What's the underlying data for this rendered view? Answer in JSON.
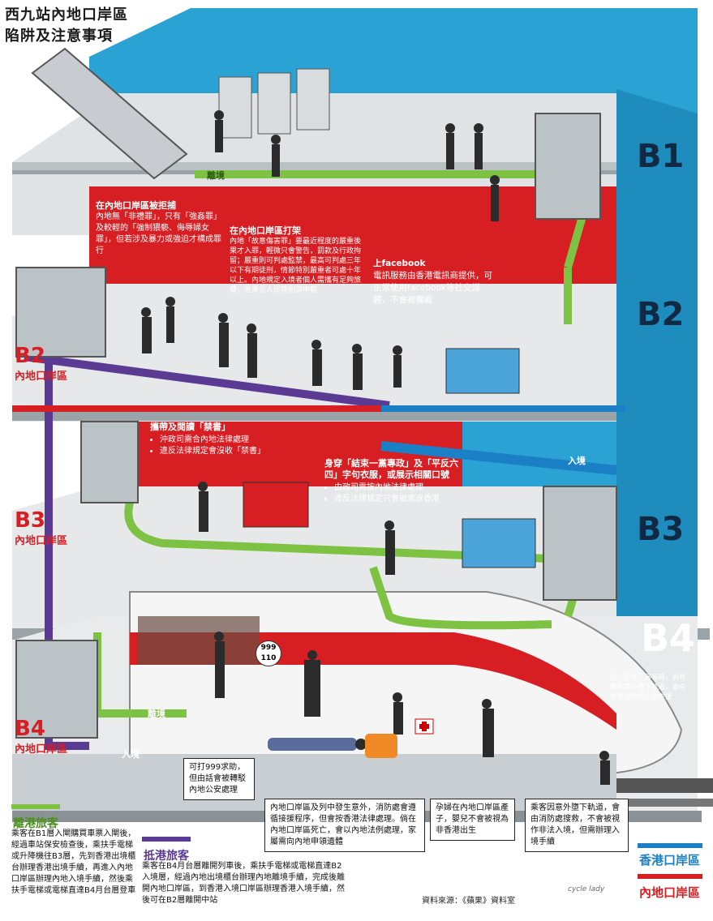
{
  "title": {
    "line1": "西九站內地口岸區",
    "line2": "陷阱及注意事項"
  },
  "floors": {
    "b1": "B1",
    "b2": "B2",
    "b3": "B3",
    "b4": "B4"
  },
  "level_tags": [
    {
      "level": "B2",
      "label": "內地口岸區"
    },
    {
      "level": "B3",
      "label": "內地口岸區"
    },
    {
      "level": "B4",
      "label": "內地口岸區"
    }
  ],
  "arrows": {
    "depart_b1": "離境",
    "enter_b2": "入境",
    "depart_b4": "離境",
    "enter_b4": "入境"
  },
  "zone_markers": {
    "hk_zone": "香港口岸區",
    "mainland_zone": "內地口岸區"
  },
  "notes": {
    "no_protest": {
      "title": "在內地口岸區被拒捕",
      "text": "內地無「非禮罪」，只有「強姦罪」及較輕的「強制猥褻、侮辱婦女罪」，但若涉及暴力或強迫才構成罪行"
    },
    "fight": {
      "title": "在內地口岸區打架",
      "text": "內地「故意傷害罪」要最近程度的嚴重後果才入罪，輕微只會警告，罰款及行政拘留；嚴重則可判處監禁，最高可判處三年以下有期徒刑，情節特別嚴重者可處十年以上。內地規定入境者個人需攜有足夠旅費，逾萬元人民幣則須申報"
    },
    "facebook": {
      "title": "上facebook",
      "text": "電訊服務由香港電訊商提供，可正常使用facebook等社交媒體，不會被攔截"
    },
    "banned": {
      "title": "攜帶及閱讀「禁書」",
      "items": [
        "沖政司需合內地法律處理",
        "違反法律規定會沒收「禁書」"
      ]
    },
    "tshirt": {
      "title": "身穿「結束一黨專政」及「平反六四」字句衣服，或展示相關口號",
      "items": [
        "由政司需按內地法律處理",
        "違反法律規定只會被遣返香港"
      ]
    },
    "accident": {
      "text": "可打999求助，但由話會被轉駁內地公安處理"
    },
    "death": {
      "text": "內地口岸區及列中發生意外，消防處會遵循接援程序，但會按香港法律處理。倘在內地口岸區死亡，會以內地法例處理，家屬需向內地申領遺體"
    },
    "birth": {
      "text": "孕婦在內地口岸區產子，嬰兒不會被視為非香港出生"
    },
    "fall": {
      "text": "乘客因意外墮下軌道，會由消防處搜救，不會被視作非法入境，但需辦理入境手續"
    },
    "side": {
      "text": "註：正在上落客時，倘有乘客意外墮下軌道，會由本港消防處出動救援"
    },
    "emergency_sign": {
      "top": "999",
      "bottom": "110"
    }
  },
  "sections": {
    "depart": {
      "title": "離港旅客",
      "text": "乘客在B1層入閘購買車票入閘後，經過車站保安檢查後，乘扶手電梯或升降機往B3層，先到香港出境櫃台辦理香港出境手續，再進入內地口岸區辦理內地入境手續，然後乘扶手電梯或電梯直達B4月台層登車"
    },
    "arrive": {
      "title": "抵港旅客",
      "text": "乘客在B4月台層離開列車後，乘扶手電梯或電梯直達B2入境層，經過內地出境櫃台辦理內地離境手續，完成後離開內地口岸區，到香港入境口岸區辦理香港入境手續，然後可在B2層離開中站"
    }
  },
  "source": "資料來源：《蘋果》資料室",
  "signature": "cycle lady",
  "colors": {
    "hk_blue": "#1a7fc4",
    "mainland_red": "#d61e23",
    "depart_green": "#7dc242",
    "arrive_purple": "#5b3a94",
    "building_cyan": "#2aa2d4"
  }
}
